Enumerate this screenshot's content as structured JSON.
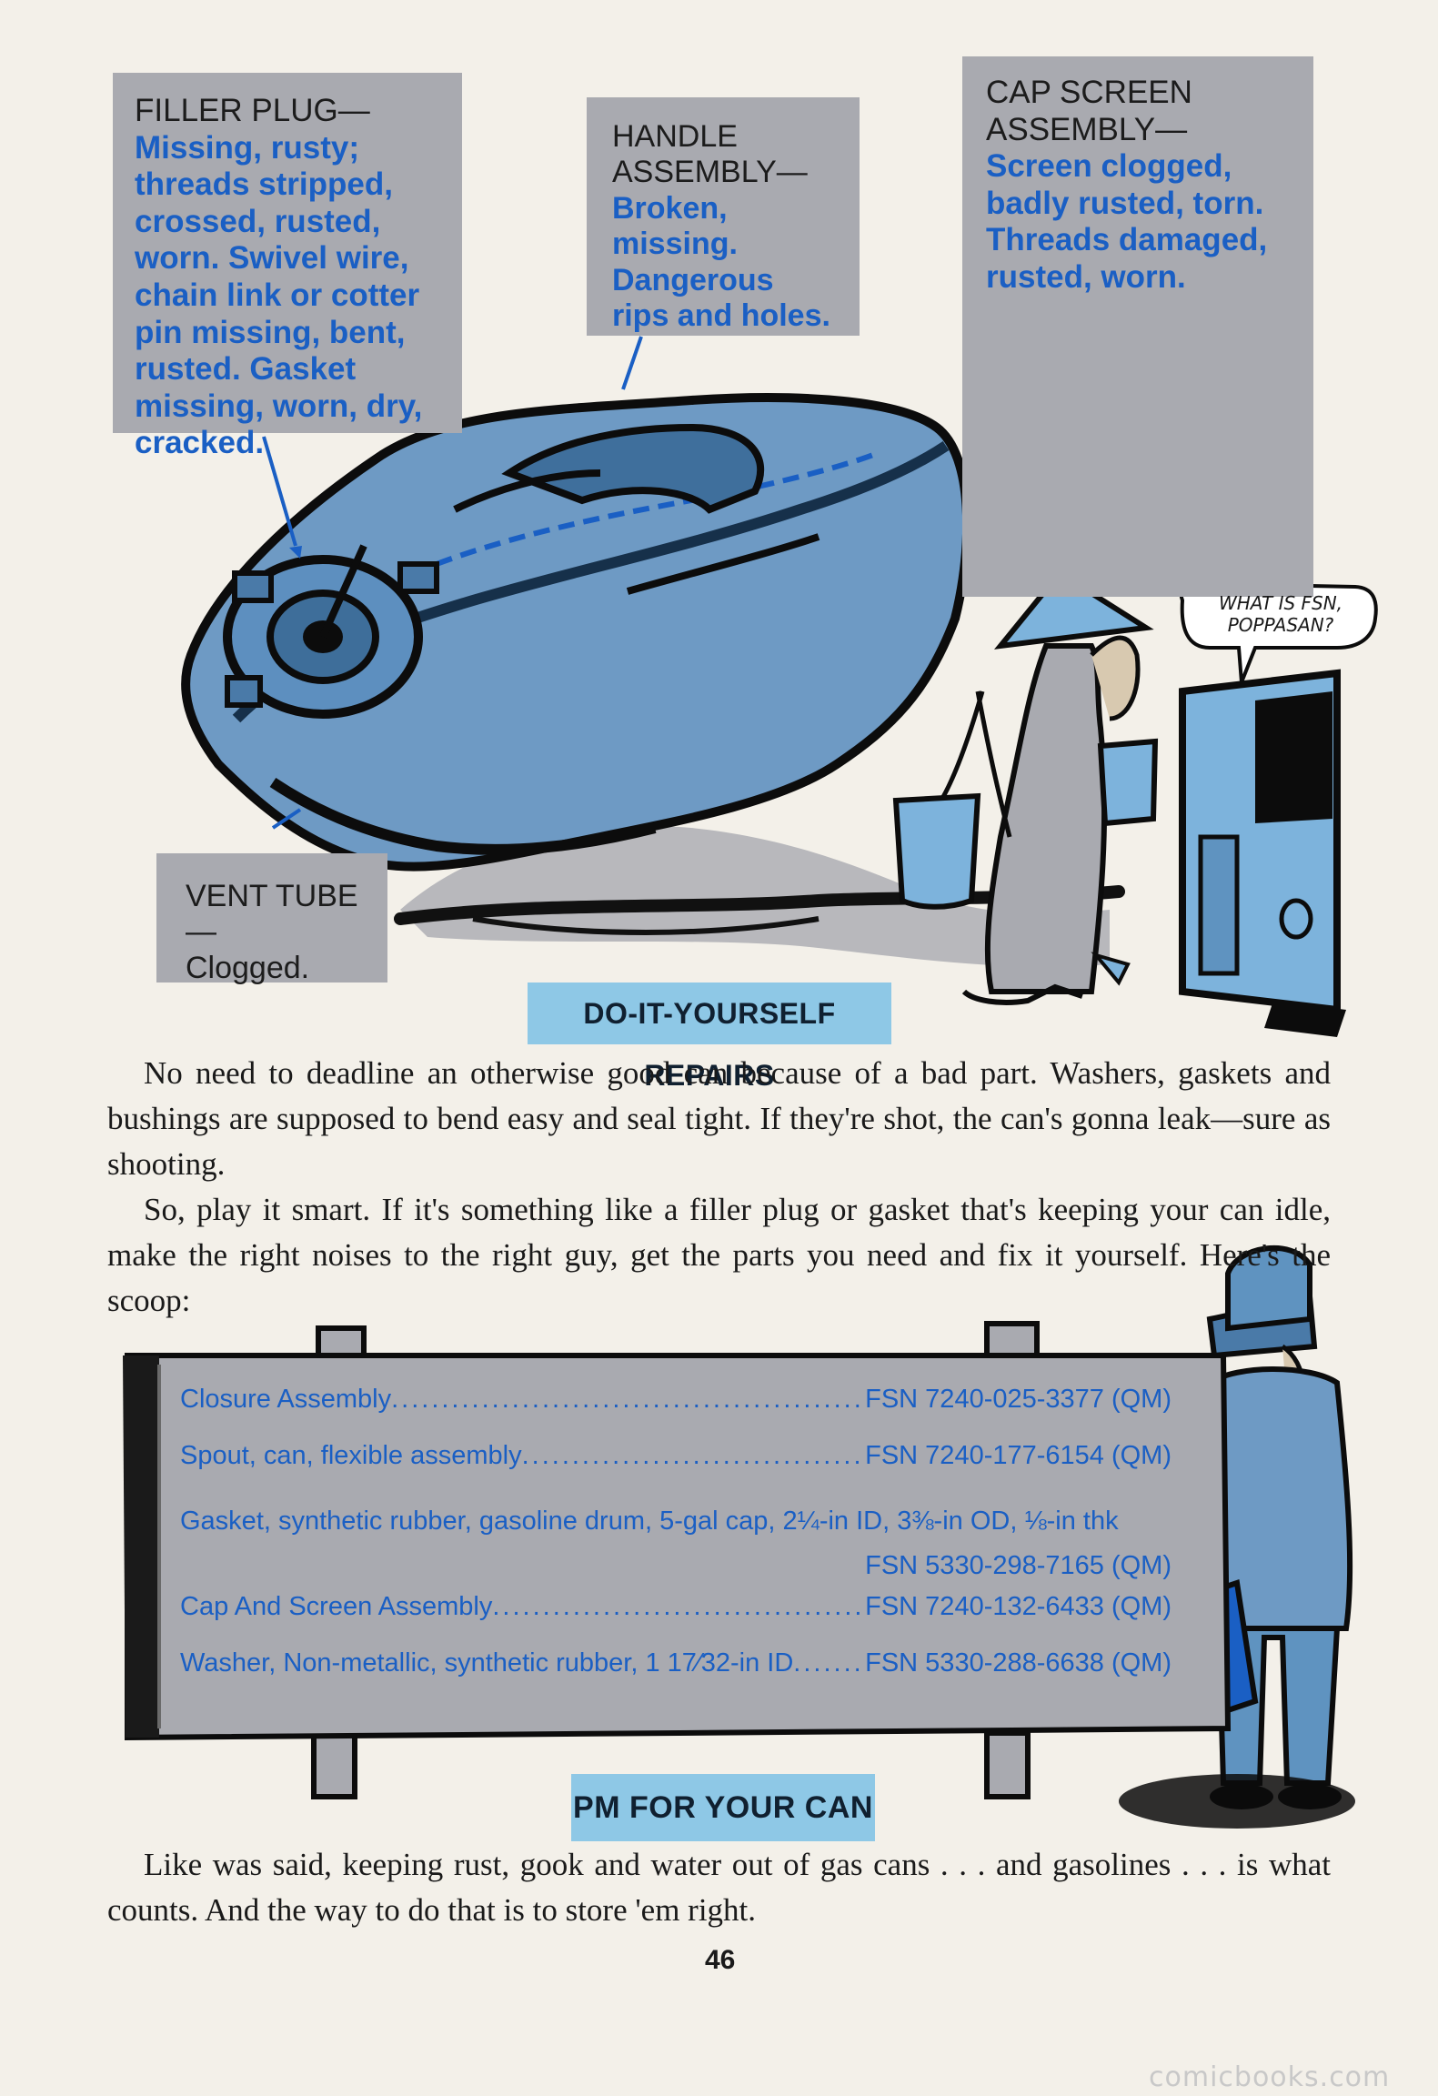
{
  "callouts": {
    "filler_plug": {
      "label": "FILLER PLUG—",
      "desc": "Missing, rusty; threads stripped, crossed, rusted, worn. Swivel wire, chain link or cotter pin missing, bent, rusted. Gasket missing, worn, dry, cracked."
    },
    "handle": {
      "label": "HANDLE ASSEMBLY—",
      "desc": "Broken, missing. Dangerous rips and holes."
    },
    "cap_screen": {
      "label": "CAP SCREEN ASSEMBLY—",
      "desc": "Screen clogged, badly rusted, torn. Threads damaged, rusted, worn."
    },
    "vent_tube": {
      "label": "VENT TUBE—",
      "desc": "Clogged."
    }
  },
  "speech_bubble": "WHAT IS FSN, POPPASAN?",
  "headings": {
    "diy": "DO-IT-YOURSELF REPAIRS",
    "pm": "PM FOR YOUR CAN"
  },
  "paragraphs": {
    "p1": "No need to deadline an otherwise good can because of a bad part. Washers, gaskets and bushings are supposed to bend easy and seal tight. If they're shot, the can's gonna leak—sure as shooting.",
    "p2": "So, play it smart. If it's something like a filler plug or gasket that's keeping your can idle, make the right noises to the right guy, get the parts you need and fix it yourself. Here's the scoop:",
    "p3": "Like was said, keeping rust, gook and water out of gas cans . . . and gasolines . . . is what counts. And the way to do that is to store 'em right."
  },
  "parts": [
    {
      "name": "Closure Assembly",
      "fsn": "FSN 7240-025-3377 (QM)"
    },
    {
      "name": "Spout, can, flexible assembly",
      "fsn": "FSN 7240-177-6154 (QM)"
    },
    {
      "name": "Gasket, synthetic rubber, gasoline drum, 5-gal cap, 2¼-in ID, 3⅜-in OD, ⅛-in thk",
      "fsn": "FSN 5330-298-7165 (QM)"
    },
    {
      "name": "Cap And Screen Assembly",
      "fsn": "FSN 7240-132-6433 (QM)"
    },
    {
      "name": "Washer, Non-metallic, synthetic rubber, 1 17⁄32-in ID",
      "fsn": "FSN 5330-288-6638 (QM)"
    }
  ],
  "page_number": "46",
  "watermark": "comicbooks.com",
  "colors": {
    "callout_bg": "#a9aab0",
    "callout_text": "#1a5fc4",
    "heading_bg": "#8ec8e6",
    "page_bg": "#f3f0e9"
  }
}
